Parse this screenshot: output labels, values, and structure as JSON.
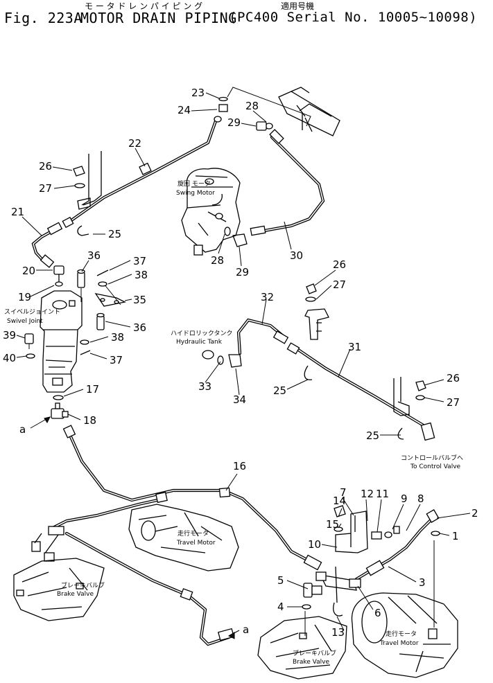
{
  "header": {
    "jp_kana": "モ ー タ   ド レ ン パ イ ピ ン グ",
    "jp_model": "適用号機",
    "fig": "Fig. 223A",
    "title": "MOTOR DRAIN PIPING",
    "serial": "(PC400 Serial No. 10005~10098)"
  },
  "labels": {
    "swing_motor_jp": "旋回 モータ",
    "swing_motor": "Swing Motor",
    "swivel_joint_jp": "スイベルジョイント",
    "swivel_joint": "Swivel Joint",
    "hydraulic_tank_jp": "ハイドロリックタンク",
    "hydraulic_tank": "Hydraulic Tank",
    "control_valve_jp": "コントロールバルブへ",
    "control_valve": "To Control Valve",
    "travel_motor_jp": "走行モータ",
    "travel_motor": "Travel Motor",
    "brake_valve_jp": "ブレーキバルブ",
    "brake_valve": "Brake Valve",
    "travel_motor2_jp": "走行モータ",
    "travel_motor2": "Travel Motor",
    "brake_valve2_jp": "ブレーキバルブ",
    "brake_valve2": "Brake Valve"
  },
  "callouts": {
    "n1": "1",
    "n2": "2",
    "n3": "3",
    "n4": "4",
    "n5": "5",
    "n6": "6",
    "n7": "7",
    "n8": "8",
    "n9": "9",
    "n10": "10",
    "n11": "11",
    "n12": "12",
    "n13": "13",
    "n14": "14",
    "n15": "15",
    "n16": "16",
    "n17": "17",
    "n18": "18",
    "n19": "19",
    "n20": "20",
    "n21": "21",
    "n22": "22",
    "n23": "23",
    "n24": "24",
    "n25a": "25",
    "n25b": "25",
    "n25c": "25",
    "n26a": "26",
    "n26b": "26",
    "n26c": "26",
    "n27a": "27",
    "n27b": "27",
    "n27c": "27",
    "n28a": "28",
    "n28b": "28",
    "n29a": "29",
    "n29b": "29",
    "n30": "30",
    "n31": "31",
    "n32": "32",
    "n33": "33",
    "n34": "34",
    "n35": "35",
    "n36a": "36",
    "n36b": "36",
    "n37a": "37",
    "n37b": "37",
    "n38a": "38",
    "n38b": "38",
    "n39": "39",
    "n40": "40",
    "a1": "a",
    "a2": "a"
  }
}
